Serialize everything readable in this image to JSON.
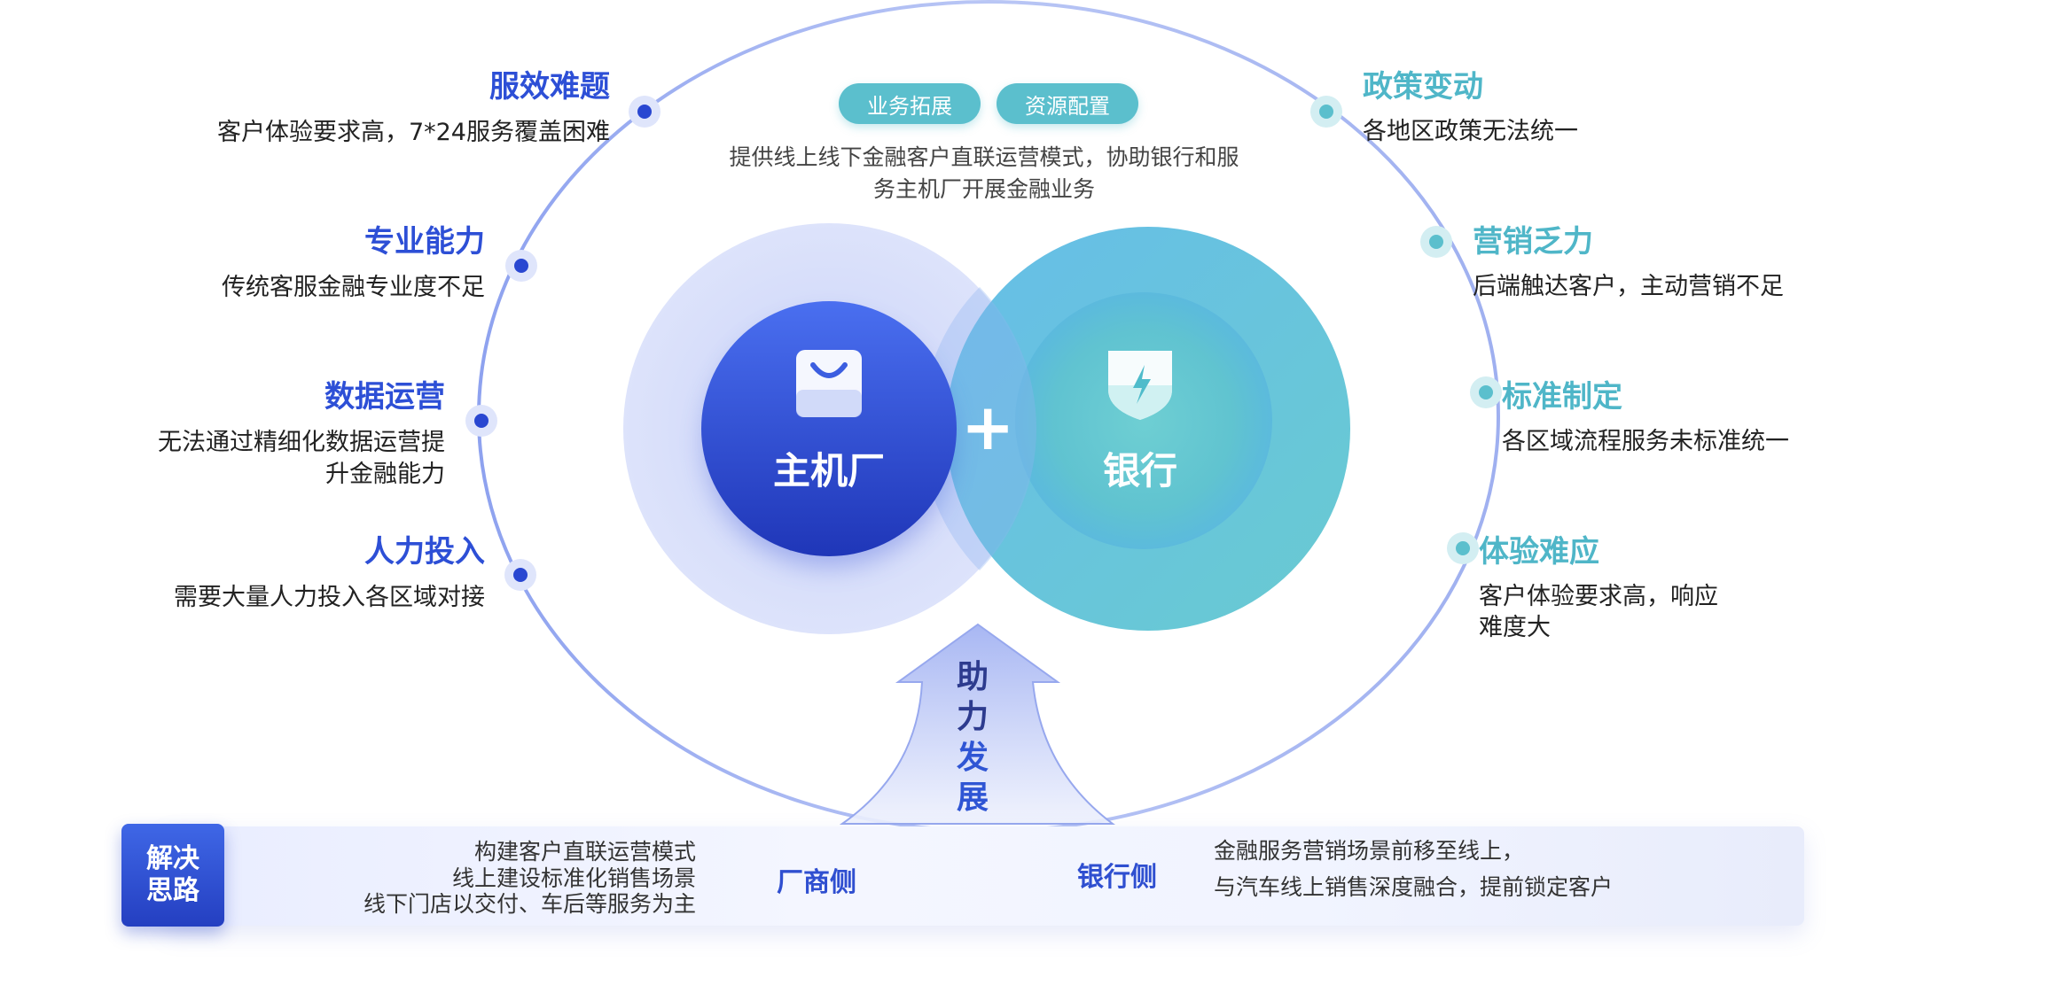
{
  "left_issues": [
    {
      "title": "服效难题",
      "desc": [
        "客户体验要求高，7*24服务覆盖困难"
      ]
    },
    {
      "title": "专业能力",
      "desc": [
        "传统客服金融专业度不足"
      ]
    },
    {
      "title": "数据运营",
      "desc": [
        "无法通过精细化数据运营提",
        "升金融能力"
      ]
    },
    {
      "title": "人力投入",
      "desc": [
        "需要大量人力投入各区域对接"
      ]
    }
  ],
  "right_issues": [
    {
      "title": "政策变动",
      "desc": [
        "各地区政策无法统一"
      ]
    },
    {
      "title": "营销乏力",
      "desc": [
        "后端触达客户，主动营销不足"
      ]
    },
    {
      "title": "标准制定",
      "desc": [
        "各区域流程服务未标准统一"
      ]
    },
    {
      "title": "体验难应",
      "desc": [
        "客户体验要求高，响应",
        "难度大"
      ]
    }
  ],
  "top": {
    "pills": [
      "业务拓展",
      "资源配置"
    ],
    "desc": [
      "提供线上线下金融客户直联运营模式，协助银行和服",
      "务主机厂开展金融业务"
    ]
  },
  "center": {
    "left_label": "主机厂",
    "right_label": "银行",
    "plus": "+",
    "left_icon": "shopping-bag-icon",
    "right_icon": "shield-lightning-icon"
  },
  "arrow": {
    "chars": [
      "助",
      "力",
      "发",
      "展"
    ]
  },
  "bottom": {
    "solution_label": [
      "解决",
      "思路"
    ],
    "left_desc": [
      "构建客户直联运营模式",
      "线上建设标准化销售场景",
      "线下门店以交付、车后等服务为主"
    ],
    "left_side_label": "厂商侧",
    "right_side_label": "银行侧",
    "right_desc": [
      "金融服务营销场景前移至线上，",
      "与汽车线上销售深度融合，提前锁定客户"
    ]
  },
  "colors": {
    "primary_blue": "#2d4fd6",
    "teal": "#5bbfcd"
  }
}
